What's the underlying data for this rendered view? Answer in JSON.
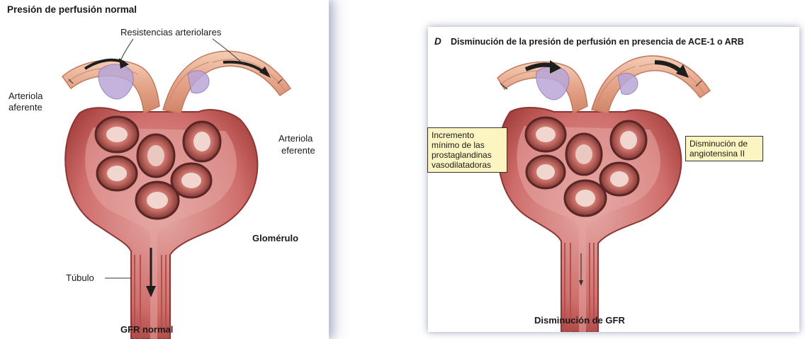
{
  "left_panel": {
    "title": "Presión de perfusión normal",
    "label_resistencias": "Resistencias arteriolares",
    "label_arteriola_aferente": [
      "Arteriola",
      "aferente"
    ],
    "label_arteriola_eferente": [
      "Arteriola",
      "eferente"
    ],
    "label_glomerulo": "Glomérulo",
    "label_tubulo": "Túbulo",
    "caption": "GFR normal"
  },
  "right_panel": {
    "panel_letter": "D",
    "title": "Disminución de la presión de perfusión en presencia de ACE-1 o ARB",
    "callout_left": [
      "Incremento",
      "mínimo de las",
      "prostaglandinas",
      "vasodilatadoras"
    ],
    "callout_right": [
      "Disminución de",
      "angiotensina II"
    ],
    "caption": "Disminución de GFR"
  },
  "colors": {
    "capsule_outer": "#c7575a",
    "capsule_inner": "#e3a2a0",
    "capillary": "#b85a52",
    "capillary_dark": "#6e2c2a",
    "arteriole": "#e8b095",
    "arteriole_stripe": "#d88d72",
    "mesangium": "#b9a6d8",
    "callout_bg": "#fcf5c2"
  }
}
